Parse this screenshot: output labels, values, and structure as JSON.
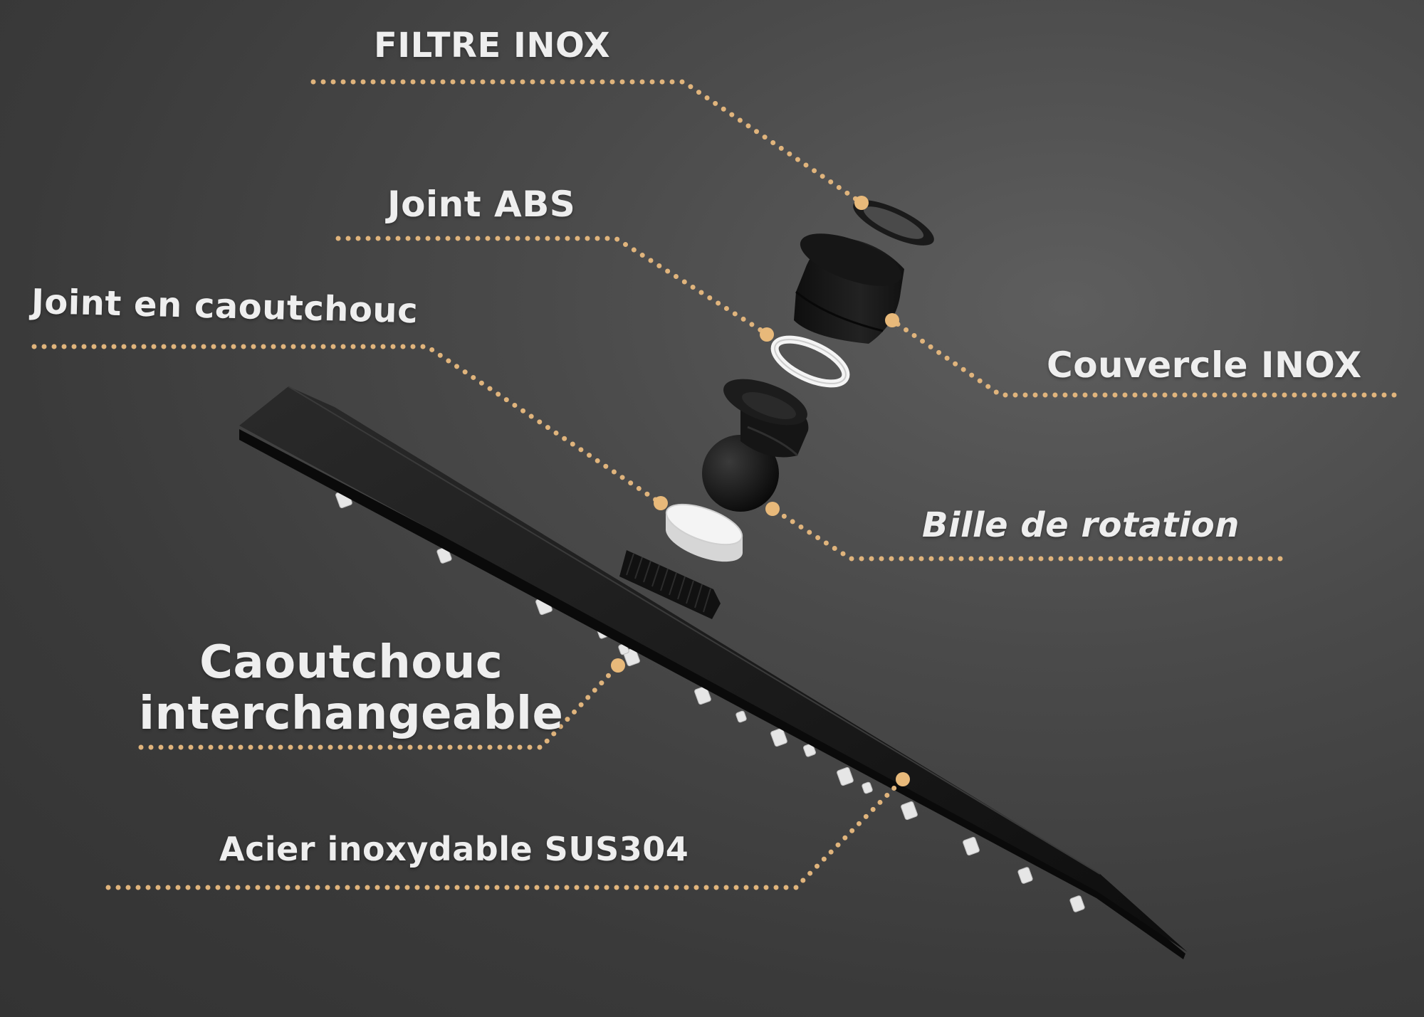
{
  "labels": {
    "filtre_inox": "FILTRE INOX",
    "joint_abs": "Joint ABS",
    "joint_caoutchouc": "Joint en caoutchouc",
    "couvercle_inox": "Couvercle INOX",
    "bille_rotation": "Bille de rotation",
    "caoutchouc_line1": "Caoutchouc",
    "caoutchouc_line2": "interchangeable",
    "acier": "Acier inoxydable SUS304"
  },
  "colors": {
    "background": "#444444",
    "label_text": "#eeeeee",
    "leader_dots": "#e0b47c",
    "parts": "#151515",
    "white_parts": "#f2f2f2"
  }
}
